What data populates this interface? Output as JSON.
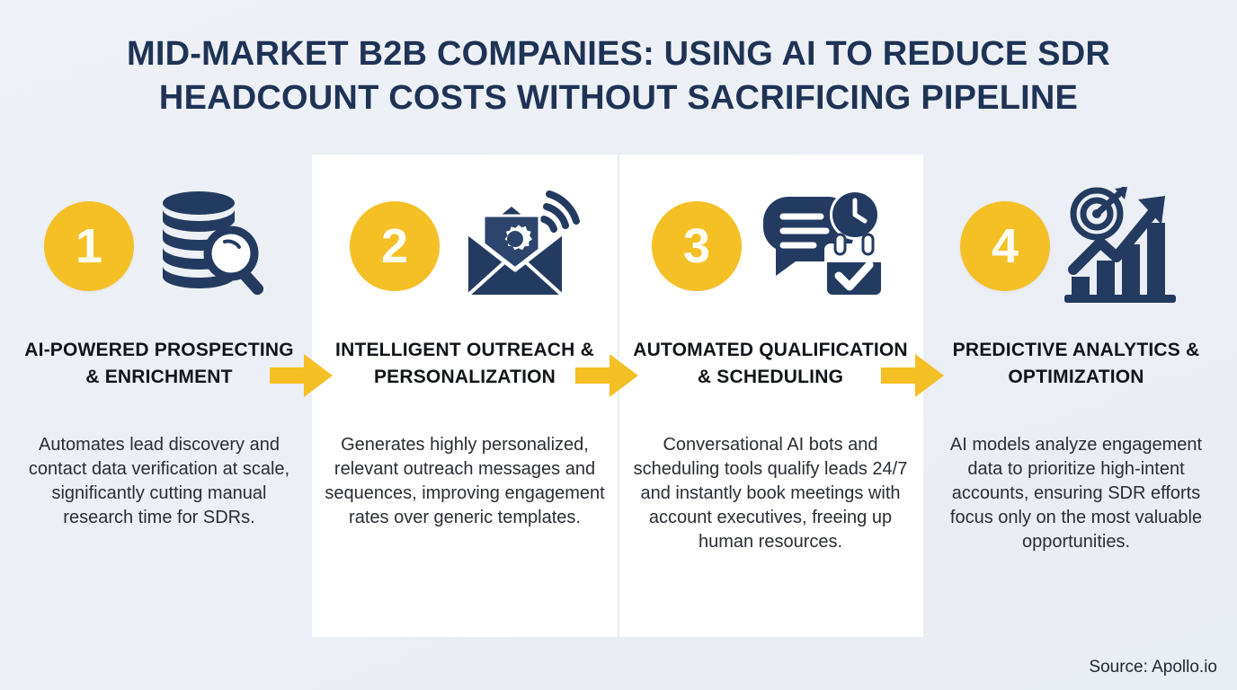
{
  "title": {
    "line1": "MID-MARKET B2B COMPANIES: USING AI TO REDUCE SDR",
    "line2": "HEADCOUNT COSTS WITHOUT SACRIFICING PIPELINE"
  },
  "colors": {
    "accent_yellow": "#F5C026",
    "navy": "#1e3356",
    "icon_navy": "#243b61",
    "background": "#eef1f6",
    "panel": "#ffffff",
    "heading_text": "#111418",
    "body_text": "#2a2d33"
  },
  "steps": [
    {
      "number": "1",
      "icon": "database-search-icon",
      "heading": "AI-POWERED PROSPECTING & ENRICHMENT",
      "body": "Automates lead discovery and contact data verification at scale, significantly cutting manual research time for SDRs."
    },
    {
      "number": "2",
      "icon": "envelope-gear-signal-icon",
      "heading": "INTELLIGENT OUTREACH & PERSONALIZATION",
      "body": "Generates highly personalized, relevant outreach messages and sequences, improving engagement rates over generic templates."
    },
    {
      "number": "3",
      "icon": "chat-clock-calendar-icon",
      "heading": "AUTOMATED QUALIFICATION & SCHEDULING",
      "body": "Conversational AI bots and scheduling tools qualify leads 24/7 and instantly book meetings with account executives, freeing up human resources."
    },
    {
      "number": "4",
      "icon": "target-growth-chart-icon",
      "heading": "PREDICTIVE ANALYTICS & OPTIMIZATION",
      "body": "AI models analyze engagement data to prioritize high-intent accounts, ensuring SDR efforts focus only on the most valuable opportunities."
    }
  ],
  "connectors": [
    {
      "name": "arrow-1-to-2",
      "direction": "right"
    },
    {
      "name": "arrow-2-to-3",
      "direction": "right"
    },
    {
      "name": "arrow-3-to-4",
      "direction": "right"
    }
  ],
  "footer": {
    "source": "Source: Apollo.io"
  }
}
